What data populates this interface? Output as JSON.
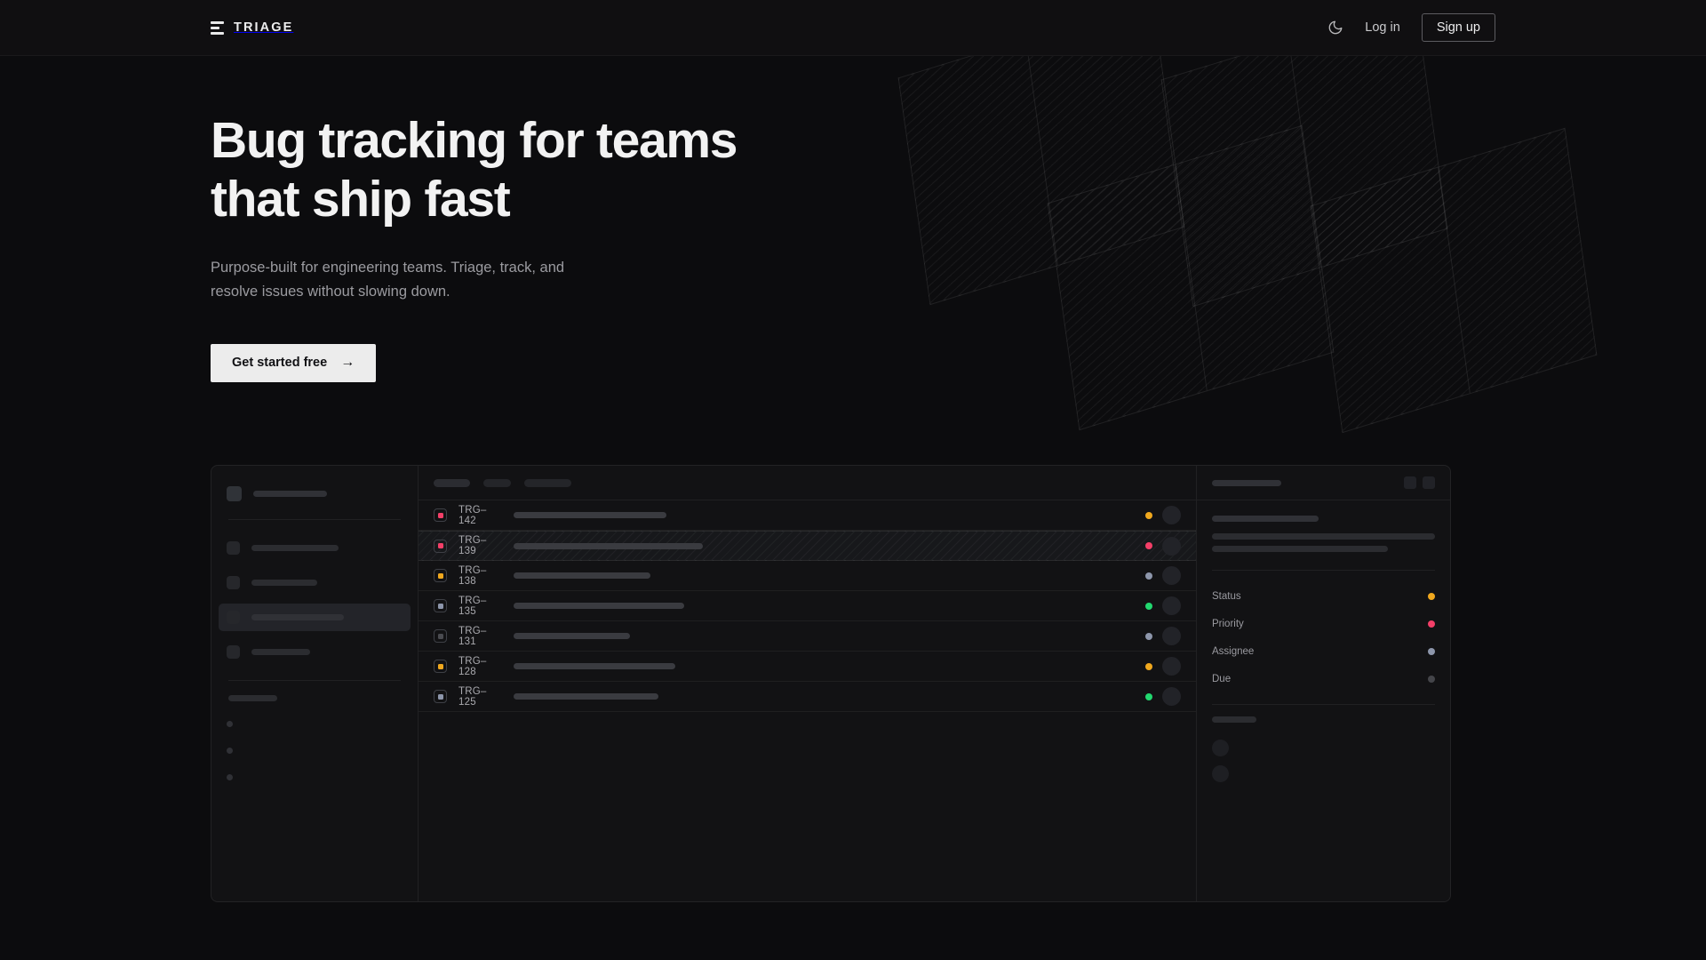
{
  "header": {
    "brand": "TRIAGE",
    "brand_icon": "stacked-bars-icon",
    "theme_toggle_icon": "moon-icon",
    "login_label": "Log in",
    "signup_label": "Sign up"
  },
  "hero": {
    "headline_line1": "Bug tracking for teams",
    "headline_line2": "that ship fast",
    "subhead_line1": "Purpose-built for engineering teams. Triage, track, and",
    "subhead_line2": "resolve issues without slowing down.",
    "cta_label": "Get started free",
    "cta_arrow": "→"
  },
  "colors": {
    "background": "#0c0c0e",
    "header_bg": "#100f11",
    "surface": "#121214",
    "text_primary": "#f2f2f2",
    "text_muted": "#9b9ba0",
    "cta_bg": "#ececec",
    "status_orange": "#f0a81e",
    "status_pink": "#f43f68",
    "status_green": "#22d86f",
    "status_slate": "#8d96ab",
    "status_gray": "#4a4b50"
  },
  "mockup": {
    "sidebar": {
      "nav_items": [
        {
          "active": false
        },
        {
          "active": false
        },
        {
          "active": true
        },
        {
          "active": false
        }
      ],
      "mini_items": 3
    },
    "list": {
      "toolbar_pills": 3,
      "rows": [
        {
          "id": "TRG–142",
          "chip_color": "#f43f68",
          "title_width": 172,
          "status_color": "#f0a81e",
          "selected": false
        },
        {
          "id": "TRG–139",
          "chip_color": "#f43f68",
          "title_width": 213,
          "status_color": "#f43f68",
          "selected": true
        },
        {
          "id": "TRG–138",
          "chip_color": "#f0a81e",
          "title_width": 154,
          "status_color": "#8d96ab",
          "selected": false
        },
        {
          "id": "TRG–135",
          "chip_color": "#8d96ab",
          "title_width": 192,
          "status_color": "#22d86f",
          "selected": false
        },
        {
          "id": "TRG–131",
          "chip_color": "#4a4b50",
          "title_width": 131,
          "status_color": "#8d96ab",
          "selected": false
        },
        {
          "id": "TRG–128",
          "chip_color": "#f0a81e",
          "title_width": 182,
          "status_color": "#f0a81e",
          "selected": false
        },
        {
          "id": "TRG–125",
          "chip_color": "#8d96ab",
          "title_width": 163,
          "status_color": "#22d86f",
          "selected": false
        }
      ]
    },
    "detail": {
      "action_buttons": 2,
      "fields": [
        {
          "label": "Status",
          "dot_color": "#f0a81e"
        },
        {
          "label": "Priority",
          "dot_color": "#f43f68"
        },
        {
          "label": "Assignee",
          "dot_color": "#8d96ab"
        },
        {
          "label": "Due",
          "dot_color": "#44454a"
        }
      ],
      "comment_avatars": 2
    }
  }
}
